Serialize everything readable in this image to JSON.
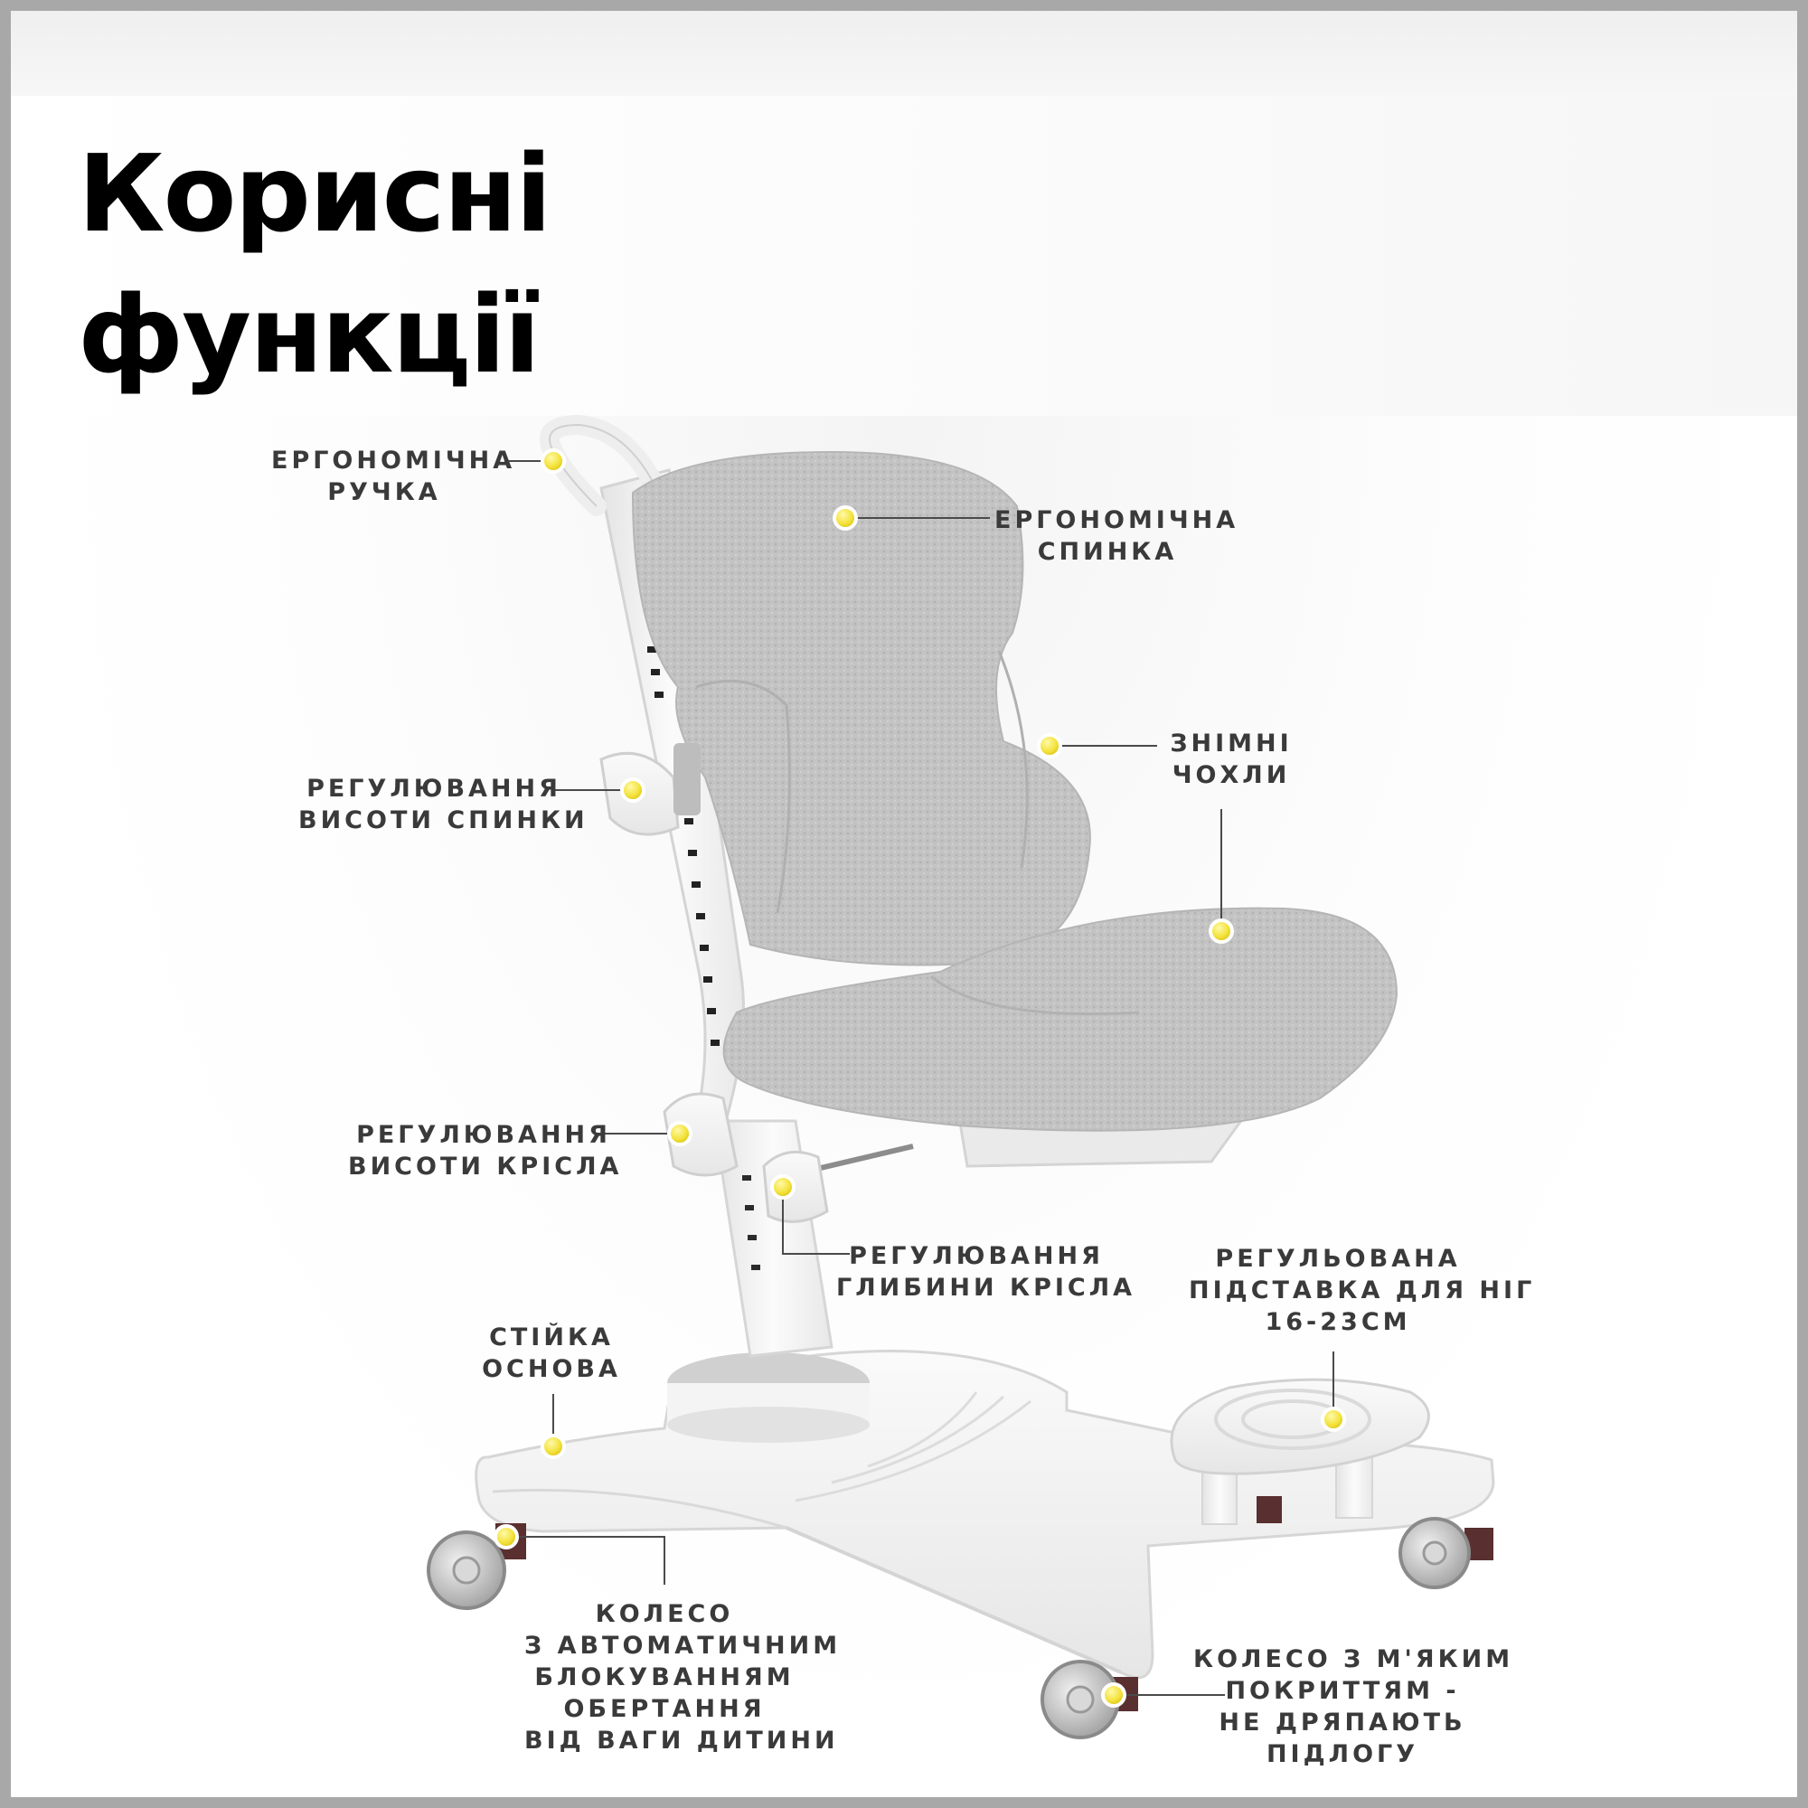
{
  "title": {
    "line1": "Корисні",
    "line2": "функції"
  },
  "colors": {
    "marker": "#f3e23a",
    "text": "#3a3a3a",
    "fabric": "#c4c4c4",
    "plastic": "#f1f1f1",
    "border": "#a8a8a8"
  },
  "features": {
    "handle": {
      "line1": "ЕРГОНОМІЧНА",
      "line2": "РУЧКА"
    },
    "backrest": {
      "line1": "ЕРГОНОМІЧНА",
      "line2": "СПИНКА"
    },
    "covers": {
      "line1": "ЗНІМНІ",
      "line2": "ЧОХЛИ"
    },
    "back_height": {
      "line1": "РЕГУЛЮВАННЯ",
      "line2": "ВИСОТИ СПИНКИ"
    },
    "seat_height": {
      "line1": "РЕГУЛЮВАННЯ",
      "line2": "ВИСОТИ КРІСЛА"
    },
    "seat_depth": {
      "line1": "РЕГУЛЮВАННЯ",
      "line2": "ГЛИБИНИ КРІСЛА"
    },
    "footrest": {
      "line1": "РЕГУЛЬОВАНА",
      "line2": "ПІДСТАВКА ДЛЯ НІГ",
      "line3": "16-23СМ"
    },
    "base": {
      "line1": "СТІЙКА",
      "line2": "ОСНОВА"
    },
    "lock_wheel": {
      "line1": "КОЛЕСО",
      "line2": "З АВТОМАТИЧНИМ",
      "line3": "БЛОКУВАННЯМ",
      "line4": "ОБЕРТАННЯ",
      "line5": "ВІД ВАГИ ДИТИНИ"
    },
    "soft_wheel": {
      "line1": "КОЛЕСО З М'ЯКИМ",
      "line2": "ПОКРИТТЯМ -",
      "line3": "НЕ ДРЯПАЮТЬ",
      "line4": "ПІДЛОГУ"
    }
  }
}
